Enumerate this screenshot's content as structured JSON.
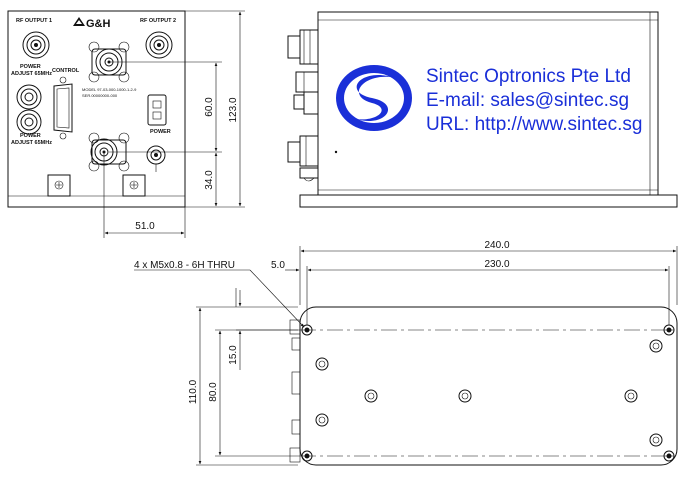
{
  "front_panel": {
    "brand": "G&H",
    "labels": {
      "rf_output_1": "RF OUTPUT 1",
      "rf_output_2": "RF OUTPUT 2",
      "control": "CONTROL",
      "power": "POWER",
      "power_adjust_a_1": "POWER",
      "power_adjust_a_2": "ADJUST 65MHz",
      "power_adjust_b_1": "POWER",
      "power_adjust_b_2": "ADJUST 65MHz",
      "model_1": "MODEL 97-03-000-1000-1-2-9",
      "model_2": "SER.00000000-000"
    }
  },
  "company": {
    "name": "Sintec Optronics Pte Ltd",
    "email": "E-mail: sales@sintec.sg",
    "url": "URL: http://www.sintec.sg"
  },
  "dimensions": {
    "front_height": "123.0",
    "front_upper": "60.0",
    "front_lower": "34.0",
    "front_width": "51.0",
    "base_length": "240.0",
    "hole_span_length": "230.0",
    "edge_offset": "5.0",
    "hole_callout": "4 x M5x0.8 - 6H THRU",
    "base_width": "110.0",
    "hole_span_width": "80.0",
    "side_offset": "15.0"
  },
  "colors": {
    "logo_blue": "#1a2fd8",
    "line": "#111111",
    "background": "#ffffff"
  }
}
